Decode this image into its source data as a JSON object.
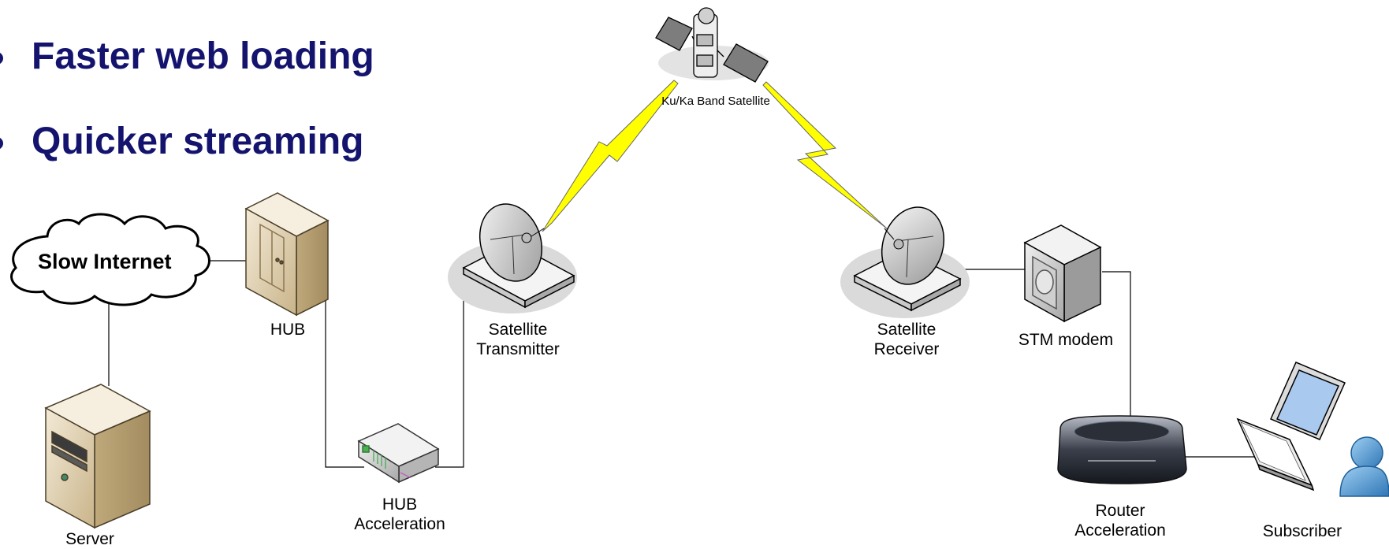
{
  "bullets": [
    "Faster web loading",
    "Quicker streaming"
  ],
  "nodes": {
    "cloud": "Slow Internet",
    "hub": "HUB",
    "server": "Server",
    "hub_accel_1": "HUB",
    "hub_accel_2": "Acceleration",
    "sat_tx_1": "Satellite",
    "sat_tx_2": "Transmitter",
    "satellite": "Ku/Ka Band Satellite",
    "sat_rx_1": "Satellite",
    "sat_rx_2": "Receiver",
    "stm": "STM modem",
    "router_1": "Router",
    "router_2": "Acceleration",
    "subscriber": "Subscriber"
  },
  "colors": {
    "bullet_text": "#14146e",
    "lightning": "#ffff00",
    "beige": "#d9c9a3",
    "link": "#000000"
  }
}
